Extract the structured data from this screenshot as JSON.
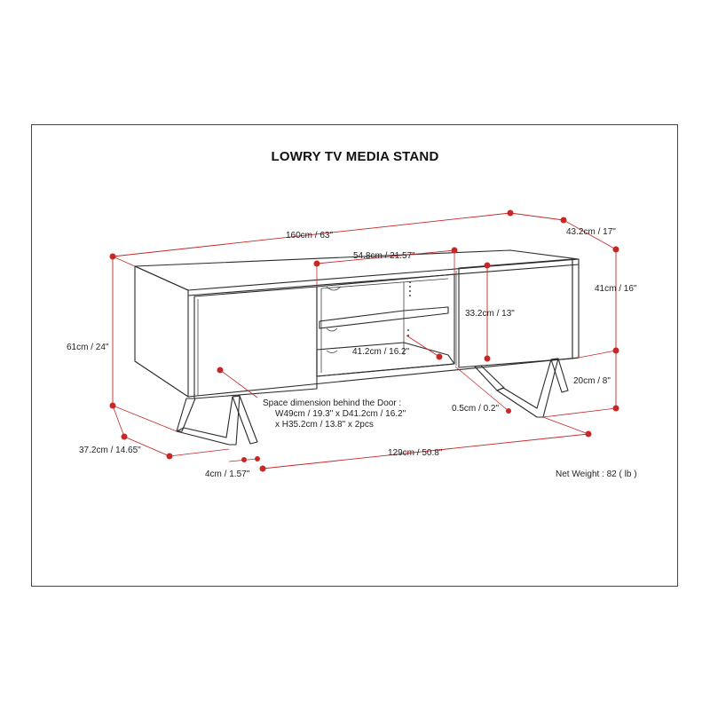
{
  "title": "LOWRY TV MEDIA STAND",
  "dimensions": {
    "overall_width": "160cm / 63\"",
    "depth": "43.2cm / 17\"",
    "shelf_width": "54.8cm / 21.57\"",
    "overall_height": "61cm / 24\"",
    "cabinet_height": "41cm / 16\"",
    "door_height": "33.2cm / 13\"",
    "shelf_depth": "41.2cm / 16.2\"",
    "leg_height": "20cm / 8\"",
    "door_gap": "0.5cm / 0.2\"",
    "leg_depth": "37.2cm / 14.65\"",
    "leg_inset": "4cm / 1.57\"",
    "leg_span": "129cm / 50.8\""
  },
  "note": {
    "line1": "Space dimension behind the Door :",
    "line2": "W49cm / 19.3\" x D41.2cm / 16.2\"",
    "line3": "x H35.2cm / 13.8\" x 2pcs"
  },
  "net_weight": "Net Weight : 82 ( lb )",
  "colors": {
    "dimension": "#c62828",
    "line": "#2b2b2b",
    "border": "#444444"
  }
}
